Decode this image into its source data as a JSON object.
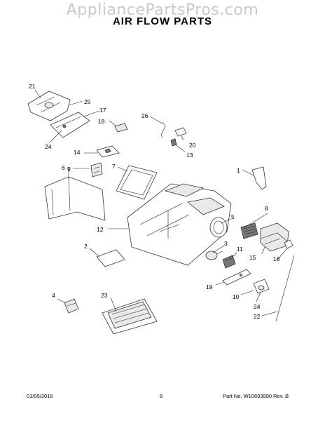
{
  "header": {
    "watermark": "AppliancePartsPros.com",
    "title": "AIR FLOW PARTS"
  },
  "callouts": [
    "21",
    "25",
    "17",
    "18",
    "24",
    "26",
    "20",
    "13",
    "14",
    "9",
    "6",
    "7",
    "1",
    "8",
    "5",
    "12",
    "2",
    "3",
    "11",
    "15",
    "16",
    "4",
    "23",
    "19",
    "10",
    "24",
    "22"
  ],
  "footer": {
    "date": "01/05/2016",
    "page": "8",
    "part_number": "Part No.  W10693990  Rev. B"
  }
}
